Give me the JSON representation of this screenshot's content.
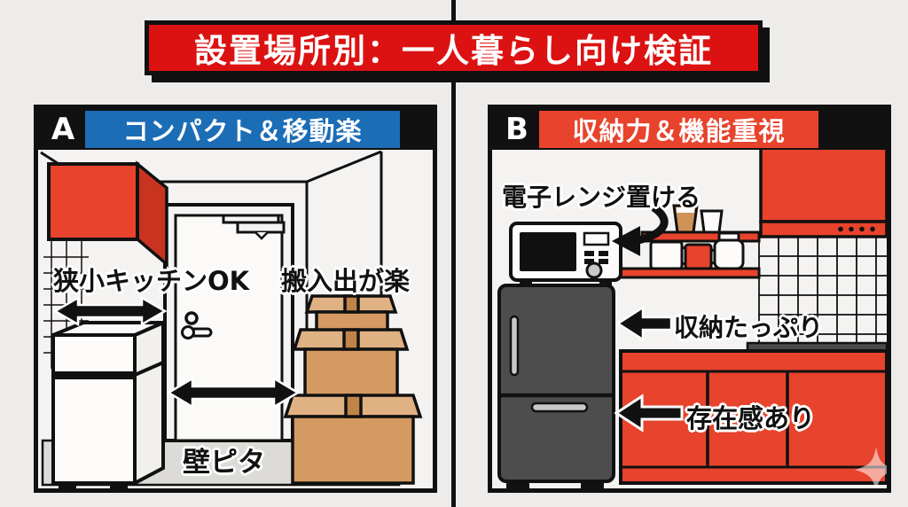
{
  "title": "設置場所別：一人暮らし向け検証",
  "panel_a": {
    "letter": "A",
    "label": "コンパクト＆移動楽",
    "annotations": {
      "kitchen": "狭小キッチンOK",
      "move": "搬入出が楽",
      "wall": "壁ピタ"
    }
  },
  "panel_b": {
    "letter": "B",
    "label": "収納力＆機能重視",
    "annotations": {
      "microwave": "電子レンジ置ける",
      "storage": "収納たっぷり",
      "presence": "存在感あり"
    }
  },
  "colors": {
    "banner_red": "#dc1212",
    "panel_a_blue": "#1b6db6",
    "panel_b_red": "#e8432c",
    "ink": "#111111",
    "background": "#edecea",
    "box_tan": "#d49a62",
    "fridge_gray": "#4d4d4d",
    "floor_gray": "#dcdbd8"
  }
}
